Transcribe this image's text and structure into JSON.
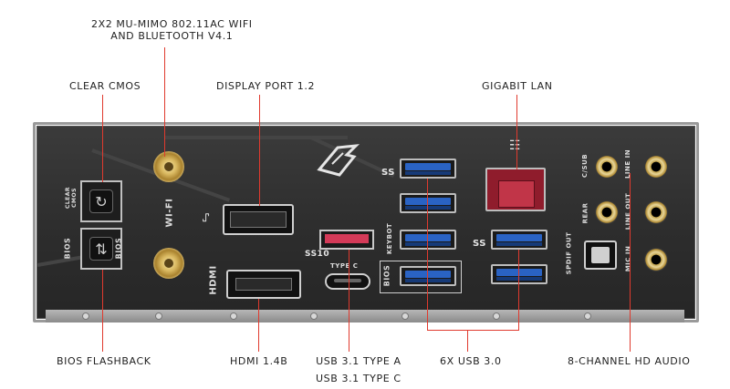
{
  "callouts": {
    "wifi": [
      "2X2 MU-MIMO 802.11AC WIFI",
      "AND BLUETOOTH V4.1"
    ],
    "clear_cmos": "CLEAR CMOS",
    "display_port": "DISPLAY PORT 1.2",
    "gigabit_lan": "GIGABIT LAN",
    "bios_flashback": "BIOS FLASHBACK",
    "hdmi": "HDMI 1.4B",
    "usb31": [
      "USB 3.1 TYPE A",
      "USB 3.1 TYPE C"
    ],
    "usb30": "6X USB 3.0",
    "audio": "8-CHANNEL HD AUDIO"
  },
  "panel_labels": {
    "clear_cmos": "CLEAR\nCMOS",
    "bios_left": "BIOS",
    "bios_right": "BIOS",
    "wifi": "WI-FI",
    "hdmi": "HDMI",
    "type_c": "TYPE C",
    "usb_ss10": "SS10",
    "usb_ss": "SS",
    "keybot": "KEYBOT",
    "bios_group": "BIOS",
    "spdif": "SPDIF OUT",
    "c_sub": "C/SUB",
    "rear": "REAR",
    "line_in": "LINE IN",
    "line_out": "LINE OUT",
    "mic_in": "MIC IN"
  },
  "colors": {
    "callout_line": "#e03a2e",
    "usb3_blue": "#2a63c4",
    "usb31_red": "#d43a58",
    "lan_red": "#8f1c2c",
    "panel": "#2d2d2d"
  },
  "icons": [
    "clear-cmos-button-icon",
    "bios-flashback-button-icon",
    "rog-logo-icon",
    "network-icon",
    "displayport-icon",
    "usb-ss-icon"
  ]
}
